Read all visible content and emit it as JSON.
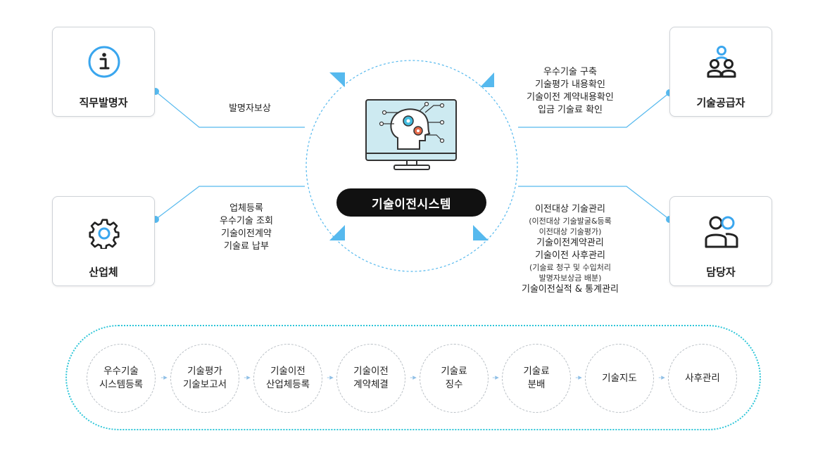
{
  "actors": {
    "inventor": {
      "label": "직무발명자",
      "icon": "info-icon"
    },
    "industry": {
      "label": "산업체",
      "icon": "gear-icon"
    },
    "supplier": {
      "label": "기술공급자",
      "icon": "people-group-icon"
    },
    "manager": {
      "label": "담당자",
      "icon": "two-persons-icon"
    }
  },
  "center": {
    "label": "기술이전시스템",
    "icon": "monitor-ai-head-icon"
  },
  "annotations": {
    "inventor_flow": [
      "발명자보상"
    ],
    "industry_flow": [
      "업체등록",
      "우수기술 조회",
      "기술이전계약",
      "기술료 납부"
    ],
    "supplier_flow": [
      "우수기술 구축",
      "기술평가 내용확인",
      "기술이전 계약내용확인",
      "입금 기술료 확인"
    ],
    "manager_flow": {
      "line1": "이전대상 기술관리",
      "line1_sub1": "(이전대상 기술발굴&등록",
      "line1_sub2": "이전대상 기술평가)",
      "line2": "기술이전계약관리",
      "line3": "기술이전 사후관리",
      "line3_sub1": "(기술료 청구 및 수입처리",
      "line3_sub2": "발명자보상금 배분)",
      "line4": "기술이전실적 & 통계관리"
    }
  },
  "process_steps": [
    [
      "우수기술",
      "시스템등록"
    ],
    [
      "기술평가",
      "기술보고서"
    ],
    [
      "기술이전",
      "산업체등록"
    ],
    [
      "기술이전",
      "계약체결"
    ],
    [
      "기술료",
      "징수"
    ],
    [
      "기술료",
      "분배"
    ],
    [
      "기술지도"
    ],
    [
      "사후관리"
    ]
  ],
  "arrow_glyph": "-▸",
  "colors": {
    "connector": "#56b9ee",
    "icon_blue": "#3aa6ee",
    "dark": "#222222",
    "flow_border": "#2ec6d8",
    "monitor_screen": "#cdeaf1"
  }
}
